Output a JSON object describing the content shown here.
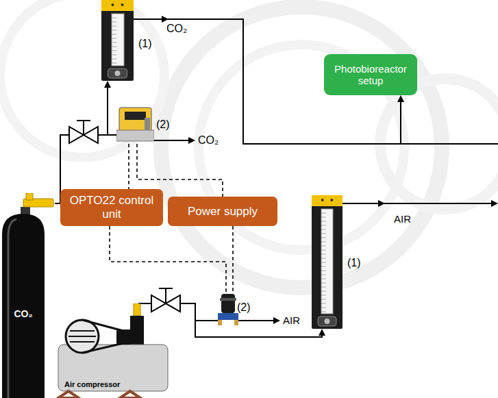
{
  "diagram": {
    "nodes": [
      {
        "text": [
          "(1)"
        ]
      },
      {
        "text": [
          "(2)"
        ]
      },
      {
        "text": [
          "Photobioreactor setup"
        ]
      },
      {
        "text": [
          "OPTO22 control unit"
        ]
      },
      {
        "text": [
          "Power supply"
        ]
      },
      {
        "text": [
          "CO₂"
        ]
      },
      {
        "text": [
          "(1)"
        ]
      },
      {
        "text": [
          "(2)"
        ]
      },
      {
        "text": [
          "Air compressor"
        ]
      }
    ],
    "edges": [
      {
        "from": 5,
        "to": 0,
        "arrow": "to"
      },
      {
        "from": 5,
        "to": 1,
        "arrow": "none"
      },
      {
        "from": 0,
        "to": 2,
        "arrow": "to"
      },
      {
        "from": 1,
        "to": 3,
        "arrow": "none"
      },
      {
        "from": 1,
        "to": 4,
        "arrow": "none"
      },
      {
        "from": 3,
        "to": 7,
        "arrow": "none"
      },
      {
        "from": 4,
        "to": 7,
        "arrow": "none"
      },
      {
        "from": 8,
        "to": 6,
        "arrow": "to"
      },
      {
        "from": 8,
        "to": 7,
        "arrow": "none"
      }
    ],
    "labels": [
      "CO₂",
      "CO₂",
      "AIR",
      "AIR"
    ]
  }
}
